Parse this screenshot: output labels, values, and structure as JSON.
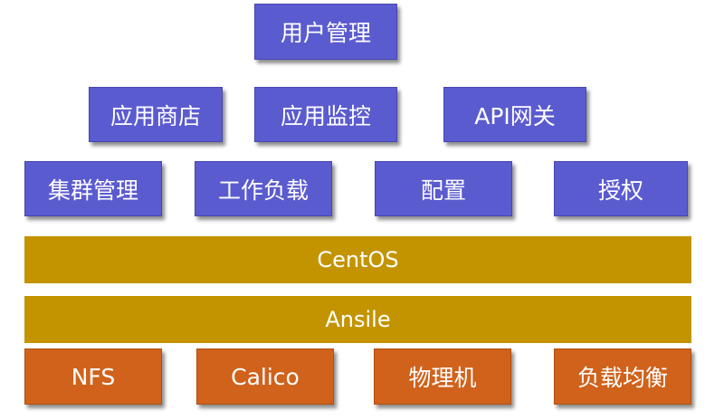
{
  "diagram": {
    "top_row": {
      "user_management": "用户管理"
    },
    "second_row": {
      "app_store": "应用商店",
      "app_monitoring": "应用监控",
      "api_gateway": "API网关"
    },
    "third_row": {
      "cluster_management": "集群管理",
      "workloads": "工作负载",
      "configuration": "配置",
      "authorization": "授权"
    },
    "layers": {
      "os": "CentOS",
      "automation": "Ansile"
    },
    "infrastructure": {
      "nfs": "NFS",
      "calico": "Calico",
      "physical_machine": "物理机",
      "load_balancing": "负载均衡"
    },
    "colors": {
      "module_fill": "#5b5bd0",
      "layer_fill": "#c39400",
      "infra_fill": "#d0621c",
      "text": "#ffffff"
    }
  }
}
